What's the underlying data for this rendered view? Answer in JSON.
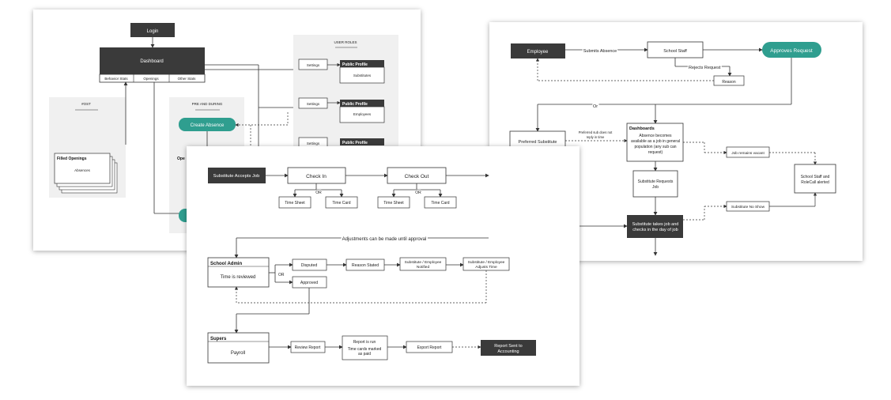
{
  "sheet1": {
    "login": "Login",
    "dashboard": "Dashboard",
    "tabs": [
      "Behavior Stats",
      "Openings",
      "Other Stats"
    ],
    "user_roles": "USER ROLES",
    "settings": "Settings",
    "public_profile": "Public Profile",
    "substitutes": "Substitutes",
    "employees": "Employees",
    "post": "#OST",
    "filled_openings": "Filled Openings",
    "absences": "Absences",
    "pre_and_during": "PRE AND DURING",
    "create_absence": "Create Absence",
    "ope": "Ope"
  },
  "sheet2": {
    "sub_accepts": "Substitute Accepts Job",
    "check_in": "Check In",
    "check_out": "Check Out",
    "or": "OR",
    "time_sheet": "Time Sheet",
    "time_card": "Time Card",
    "adjustments": "Adjustments can be made until approval",
    "school_admin": "School Admin",
    "time_reviewed": "Time is reviewed",
    "disputed": "Disputed",
    "approved": "Approved",
    "reason_stated": "Reason Stated",
    "notified_l1": "Substitute / Employee",
    "notified_l2": "Notified",
    "adjusts_l1": "Substitute / Employee",
    "adjusts_l2": "Adjusts Time",
    "supers": "Supers",
    "payroll": "Payroll",
    "review_report": "Review Report",
    "report_run": "Report is run",
    "cards_l1": "Time cards marked",
    "cards_l2": "as paid",
    "export_report": "Export Report",
    "sent_l1": "Report Sent to",
    "sent_l2": "Accounting"
  },
  "sheet3": {
    "employee": "Employee",
    "submits_absence": "Submits Absence",
    "school_staff": "School Staff",
    "approves_request": "Approves Request",
    "rejects_request": "Rejects Request",
    "reason": "Reason",
    "or": "Or",
    "preferred_sub": "Preferred Substitute",
    "pref_note_l1": "Preferred sub does not",
    "pref_note_l2": "reply in time",
    "dashboards": "Dashboards",
    "avail_l1": "Absence becomes",
    "avail_l2": "available as a job in general",
    "avail_l3": "population (any sub can",
    "avail_l4": "request)",
    "job_vacant": "Job remains vacant",
    "staff_alert_l1": "School Staff and",
    "staff_alert_l2": "RoleCall alerted",
    "sub_requests_l1": "Substitute Requests",
    "sub_requests_l2": "Job",
    "no_show": "Substitute No Show",
    "takes_job_l1": "Substitute takes job and",
    "takes_job_l2": "checks in the day of job"
  }
}
